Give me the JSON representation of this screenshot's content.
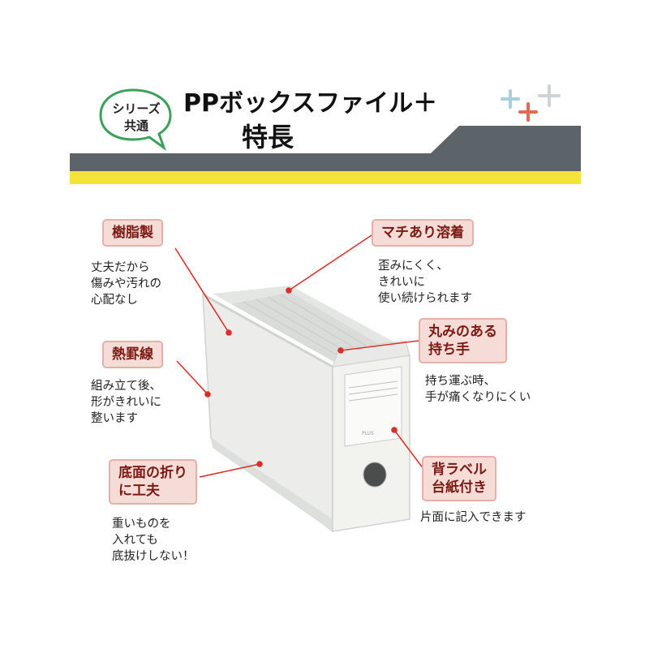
{
  "header": {
    "badge_line1": "シリーズ",
    "badge_line2": "共通",
    "title_line1": "PPボックスファイル＋",
    "title_line2": "特長"
  },
  "colors": {
    "band_dark": "#5d6469",
    "band_yellow": "#f3e33a",
    "tag_fill": "#f6dcd6",
    "tag_text": "#7a1a14",
    "leader": "#d9302a",
    "plus_blue": "#a9cfdc",
    "plus_red": "#e06a52",
    "plus_gray": "#cfd3d6"
  },
  "box": {
    "brand": "PLUS"
  },
  "features": [
    {
      "tag_line1": "樹脂製",
      "tag_line2": "",
      "desc_line1": "丈夫だから",
      "desc_line2": "傷みや汚れの",
      "desc_line3": "心配なし"
    },
    {
      "tag_line1": "熱罫線",
      "tag_line2": "",
      "desc_line1": "組み立て後、",
      "desc_line2": "形がきれいに",
      "desc_line3": "整います"
    },
    {
      "tag_line1": "底面の折り",
      "tag_line2": "に工夫",
      "desc_line1": "重いものを",
      "desc_line2": "入れても",
      "desc_line3": "底抜けしない！"
    },
    {
      "tag_line1": "マチあり溶着",
      "tag_line2": "",
      "desc_line1": "歪みにくく、",
      "desc_line2": "きれいに",
      "desc_line3": "使い続けられます"
    },
    {
      "tag_line1": "丸みのある",
      "tag_line2": "持ち手",
      "desc_line1": "持ち運ぶ時、",
      "desc_line2": "手が痛くなりにくい",
      "desc_line3": ""
    },
    {
      "tag_line1": "背ラベル",
      "tag_line2": "台紙付き",
      "desc_line1": "片面に記入できます",
      "desc_line2": "",
      "desc_line3": ""
    }
  ]
}
